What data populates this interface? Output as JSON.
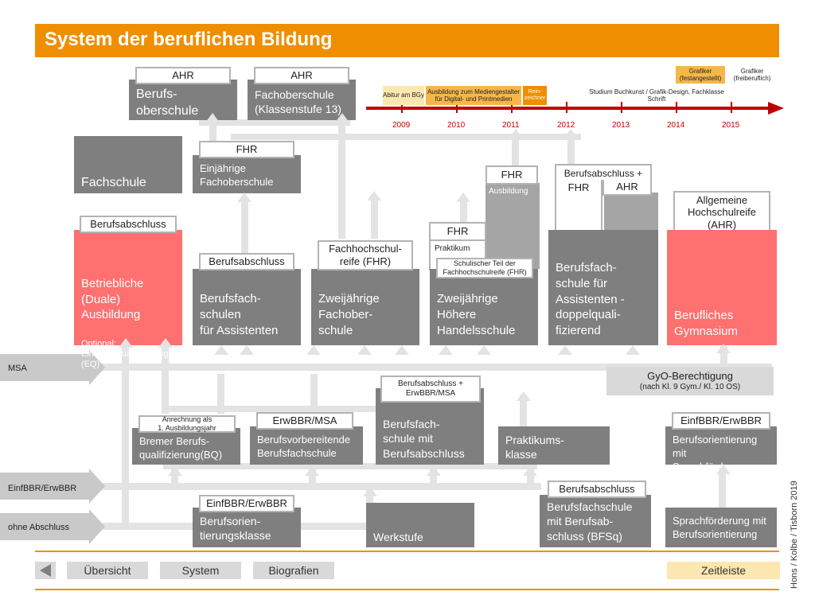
{
  "title": "System der beruflichen Bildung",
  "timeline": {
    "years": [
      "2009",
      "2010",
      "2011",
      "2012",
      "2013",
      "2014",
      "2015"
    ],
    "events": [
      {
        "text": "Abitur am BGy"
      },
      {
        "text": "Ausbildung zum Mediengestalter für Digital- und Printmedien"
      },
      {
        "text": "Rein-zeichner"
      },
      {
        "text": "Studium Buchkunst / Grafik-Design, Fachklasse Schrift"
      },
      {
        "text": "Grafiker (festangestellt)"
      },
      {
        "text": "Grafiker (freiberuflich)"
      }
    ]
  },
  "boxes": {
    "berufsoberschule": "Berufs-\noberschule",
    "fachoberschule13": "Fachoberschule\n(Klassenstufe 13)",
    "fachschule": "Fachschule",
    "einjaehrige_fos": "Einjährige\nFachoberschule",
    "ausbildung_box": "Ausbildung",
    "praktikum_box": "Praktikum",
    "betriebliche": "Betriebliche\n(Duale)\nAusbildung",
    "betriebliche_opt": "Optional:\nEinstiegsqualifizierung\n(EQ)",
    "bfs_assistenten": "Berufsfach-\nschulen\nfür Assistenten",
    "zweij_fos": "Zweijährige\nFachober-\nschule",
    "zweij_hhs": "Zweijährige\nHöhere\nHandelsschule",
    "bfs_doppel": "Berufsfach-\nschule für\nAssistenten -\ndoppelquali-\nfizierend",
    "bgy": "Berufliches\nGymnasium",
    "bremer_bq": "Bremer Berufs-\nqualifizierung(BQ)",
    "bvbfs": "Berufsvorbereitende\nBerufsfachschule",
    "bfs_mit_abschluss": "Berufsfach-\nschule mit\nBerufsabschluss",
    "praktikumsklasse": "Praktikums-\nklasse",
    "bo_sprach": "Berufsorientierung mit\nSprachförderung",
    "bo_klasse": "Berufsorien-\ntierungsklasse",
    "werkstufe": "Werkstufe",
    "bfsq": "Berufsfachschule\nmit Berufsab-\nschluss (BFSq)",
    "sprach_bo": "Sprachförderung mit\nBerufsorientierung"
  },
  "labels": {
    "ahr1": "AHR",
    "ahr2": "AHR",
    "fhr_einj": "FHR",
    "fhr_ausb": "FHR",
    "berufsabschluss_fhr_ahr": "Berufsabschluss +",
    "fhr_d": "FHR",
    "ahr_d": "AHR",
    "allg_hsr": "Allgemeine\nHochschulreife\n(AHR)",
    "berufsabschluss_1": "Berufsabschluss",
    "berufsabschluss_2": "Berufsabschluss",
    "fhr_zweij": "Fachhochschul-\nreife (FHR)",
    "fhr_prak": "FHR",
    "schul_teil": "Schulischer Teil der\nFachhochschulreife (FHR)",
    "gyo": "GyO-Berechtigung",
    "gyo_sub": "(nach Kl. 9 Gym./  Kl. 10 OS)",
    "berufsabschluss_erw": "Berufsabschluss +\nErwBBR/MSA",
    "anrechnung": "Anrechnung als\n1. Ausbildungsjahr",
    "erwbbr_msa": "ErwBBR/MSA",
    "einf_erw_1": "EinfBBR/ErwBBR",
    "berufsabschluss_3": "Berufsabschluss",
    "einf_erw_2": "EinfBBR/ErwBBR"
  },
  "sides": {
    "msa": "MSA",
    "einf": "EinfBBR/ErwBBR",
    "ohne": "ohne Abschluss"
  },
  "credit": "Hons / Kolbe / Tisborn 2019",
  "nav": {
    "back": "back-arrow",
    "uebersicht": "Übersicht",
    "system": "System",
    "biografien": "Biografien",
    "zeitleiste": "Zeitleiste"
  },
  "colors": {
    "orange": "#EF8F00",
    "red": "#FF7070",
    "timeline_red": "#C00000",
    "dark_gray": "#7f7f7f",
    "mid_gray": "#a5a5a5",
    "light_pipe": "#e3e3e3",
    "timeline_box": "#F5B74A",
    "zeitleiste_bg": "#FCE7B0"
  }
}
